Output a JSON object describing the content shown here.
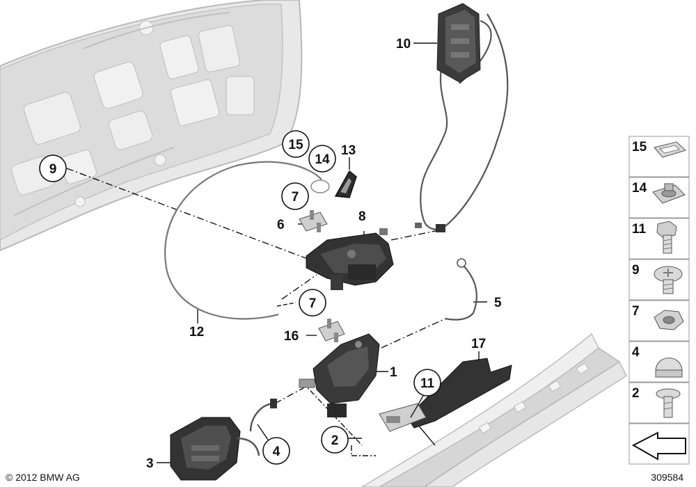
{
  "diagram": {
    "callouts": [
      {
        "id": "10",
        "text": "10"
      },
      {
        "id": "15",
        "text": "15"
      },
      {
        "id": "14",
        "text": "14"
      },
      {
        "id": "13",
        "text": "13"
      },
      {
        "id": "9",
        "text": "9"
      },
      {
        "id": "7a",
        "text": "7"
      },
      {
        "id": "6",
        "text": "6"
      },
      {
        "id": "8",
        "text": "8"
      },
      {
        "id": "7b",
        "text": "7"
      },
      {
        "id": "5",
        "text": "5"
      },
      {
        "id": "12",
        "text": "12"
      },
      {
        "id": "16",
        "text": "16"
      },
      {
        "id": "17",
        "text": "17"
      },
      {
        "id": "1",
        "text": "1"
      },
      {
        "id": "11",
        "text": "11"
      },
      {
        "id": "2",
        "text": "2"
      },
      {
        "id": "4",
        "text": "4"
      },
      {
        "id": "3",
        "text": "3"
      }
    ],
    "legend": [
      {
        "text": "15",
        "icon": "clip-icon"
      },
      {
        "text": "14",
        "icon": "spring-clip-icon"
      },
      {
        "text": "11",
        "icon": "hex-bolt-icon"
      },
      {
        "text": "9",
        "icon": "torx-screw-icon"
      },
      {
        "text": "7",
        "icon": "hex-nut-icon"
      },
      {
        "text": "4",
        "icon": "cap-nut-icon"
      },
      {
        "text": "2",
        "icon": "flange-screw-icon"
      },
      {
        "text": "",
        "icon": "direction-arrow-icon"
      }
    ]
  },
  "footer": {
    "copyright": "© 2012 BMW AG",
    "diagram_id": "309584"
  }
}
